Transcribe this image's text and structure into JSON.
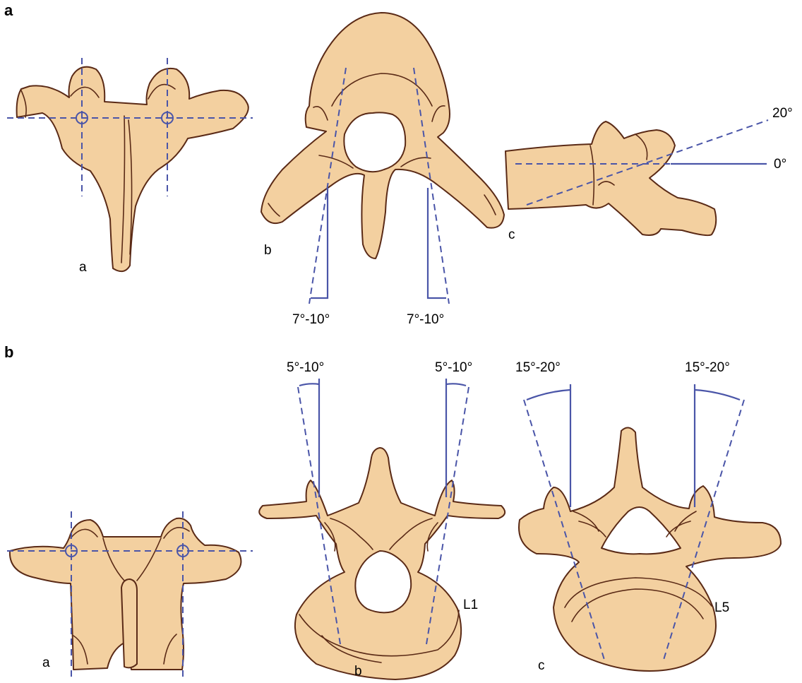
{
  "panels": [
    {
      "letter": "a",
      "views": [
        {
          "letter": "a"
        },
        {
          "letter": "b",
          "angles": [
            "7°-10°",
            "7°-10°"
          ]
        },
        {
          "letter": "c",
          "angles": [
            "20°",
            "0°"
          ]
        }
      ]
    },
    {
      "letter": "b",
      "views": [
        {
          "letter": "a"
        },
        {
          "letter": "b",
          "level": "L1",
          "angles": [
            "5°-10°",
            "5°-10°"
          ]
        },
        {
          "letter": "c",
          "level": "L5",
          "angles": [
            "15°-20°",
            "15°-20°"
          ]
        }
      ]
    }
  ],
  "colors": {
    "bone_fill": "#F3D0A0",
    "bone_outline": "#5A2A16",
    "guide_lines": "#4A55A8"
  }
}
